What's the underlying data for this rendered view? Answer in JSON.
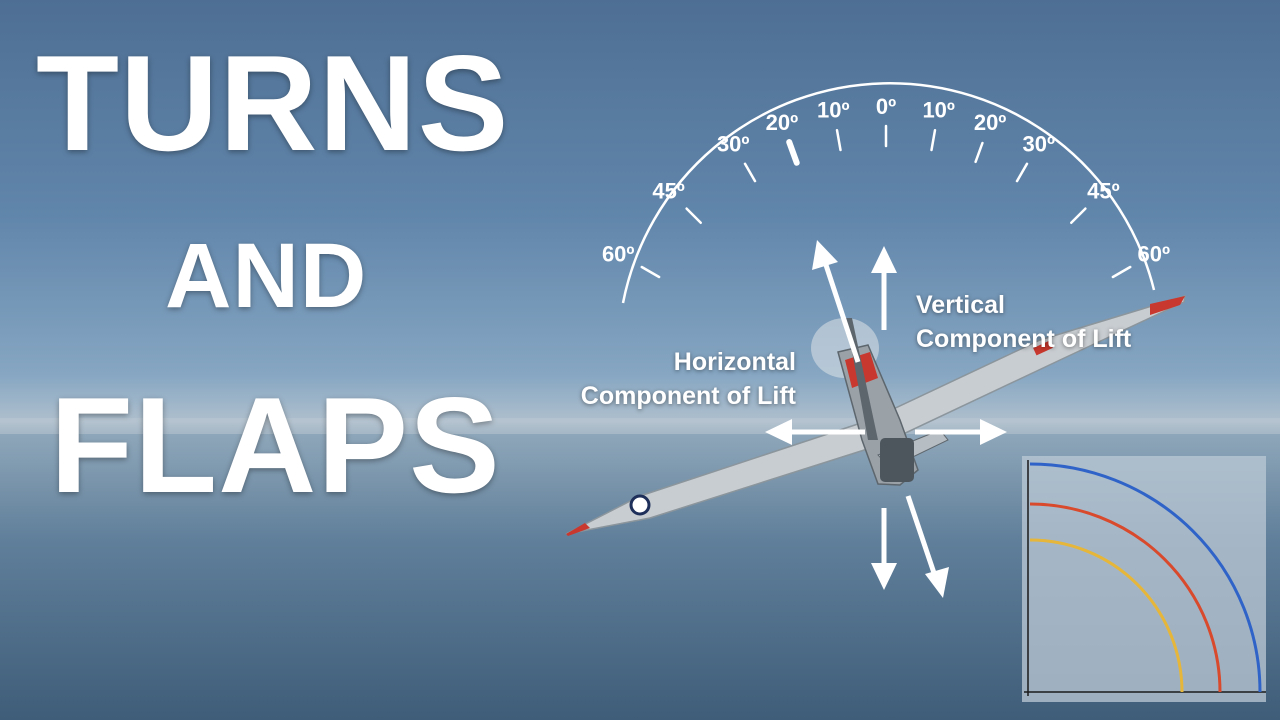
{
  "title": {
    "line1": "TURNS",
    "line2": "AND",
    "line3": "FLAPS"
  },
  "bank_scale": {
    "ticks": [
      {
        "angle": -60,
        "label": "60º"
      },
      {
        "angle": -45,
        "label": "45º"
      },
      {
        "angle": -30,
        "label": "30º"
      },
      {
        "angle": -20,
        "label": "20º"
      },
      {
        "angle": -10,
        "label": "10º"
      },
      {
        "angle": 0,
        "label": "0º"
      },
      {
        "angle": 10,
        "label": "10º"
      },
      {
        "angle": 20,
        "label": "20º"
      },
      {
        "angle": 30,
        "label": "30º"
      },
      {
        "angle": 45,
        "label": "45º"
      },
      {
        "angle": 60,
        "label": "60º"
      }
    ],
    "indicator_angle": -20
  },
  "labels": {
    "horizontal": [
      "Horizontal",
      "Component of Lift"
    ],
    "vertical": [
      "Vertical",
      "Component of Lift"
    ]
  },
  "inset": {
    "curve_colors": [
      "#2f63c8",
      "#d9492c",
      "#e5b63a"
    ]
  }
}
